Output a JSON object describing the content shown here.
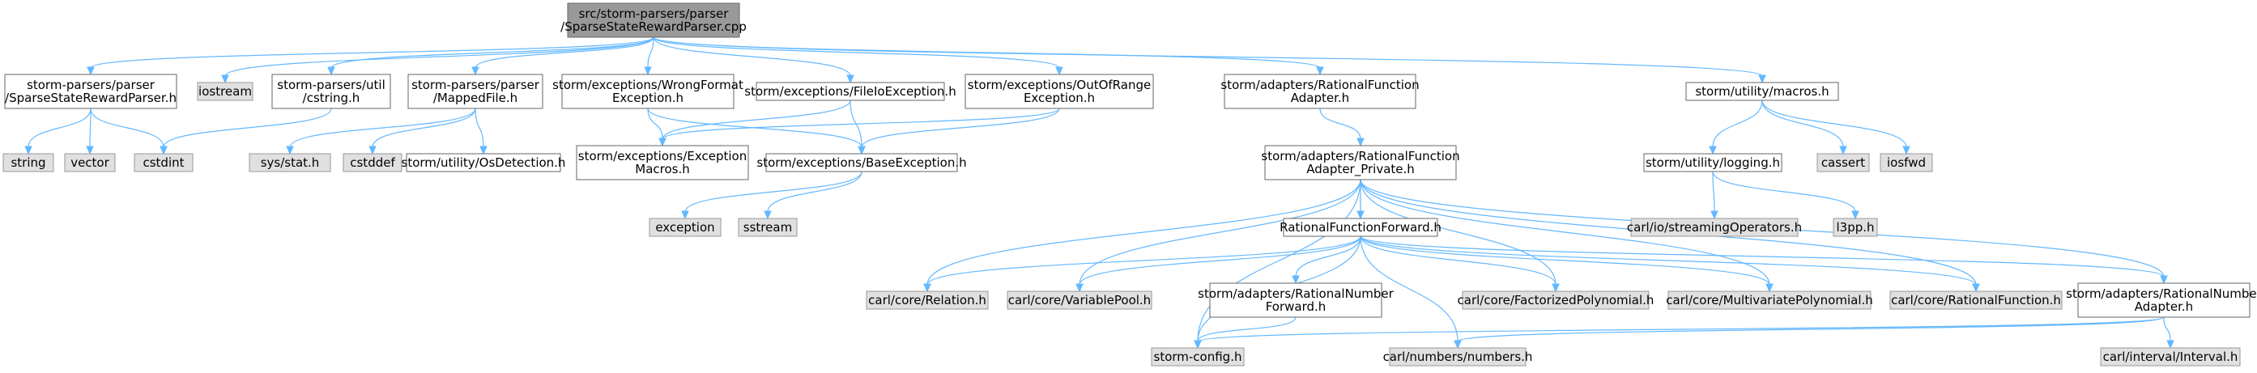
{
  "colors": {
    "edge": "#63b8ff",
    "root_fill": "#999999",
    "root_border": "#666666",
    "node_fill": "#ffffff",
    "node_border": "#666666",
    "external_fill": "#e0e0e0",
    "external_border": "#999999"
  },
  "nodes": [
    {
      "id": "root",
      "kind": "root",
      "lines": [
        "src/storm-parsers/parser",
        "/SparseStateRewardParser.cpp"
      ]
    },
    {
      "id": "sparse_state_h",
      "kind": "internal",
      "lines": [
        "storm-parsers/parser",
        "/SparseStateRewardParser.h"
      ]
    },
    {
      "id": "iostream",
      "kind": "external",
      "lines": [
        "iostream"
      ]
    },
    {
      "id": "cstring_h",
      "kind": "internal",
      "lines": [
        "storm-parsers/util",
        "/cstring.h"
      ]
    },
    {
      "id": "mappedfile_h",
      "kind": "internal",
      "lines": [
        "storm-parsers/parser",
        "/MappedFile.h"
      ]
    },
    {
      "id": "wrongformat_h",
      "kind": "internal",
      "lines": [
        "storm/exceptions/WrongFormat",
        "Exception.h"
      ]
    },
    {
      "id": "fileio_h",
      "kind": "internal",
      "lines": [
        "storm/exceptions/FileIoException.h"
      ]
    },
    {
      "id": "outofrange_h",
      "kind": "internal",
      "lines": [
        "storm/exceptions/OutOfRange",
        "Exception.h"
      ]
    },
    {
      "id": "rf_adapter_h",
      "kind": "internal",
      "lines": [
        "storm/adapters/RationalFunction",
        "Adapter.h"
      ]
    },
    {
      "id": "macros_h",
      "kind": "internal",
      "lines": [
        "storm/utility/macros.h"
      ]
    },
    {
      "id": "string",
      "kind": "external",
      "lines": [
        "string"
      ]
    },
    {
      "id": "vector",
      "kind": "external",
      "lines": [
        "vector"
      ]
    },
    {
      "id": "cstdint",
      "kind": "external",
      "lines": [
        "cstdint"
      ]
    },
    {
      "id": "sys_stat",
      "kind": "external",
      "lines": [
        "sys/stat.h"
      ]
    },
    {
      "id": "cstddef",
      "kind": "external",
      "lines": [
        "cstddef"
      ]
    },
    {
      "id": "osdetection_h",
      "kind": "internal",
      "lines": [
        "storm/utility/OsDetection.h"
      ]
    },
    {
      "id": "exc_macros_h",
      "kind": "internal",
      "lines": [
        "storm/exceptions/Exception",
        "Macros.h"
      ]
    },
    {
      "id": "base_exc_h",
      "kind": "internal",
      "lines": [
        "storm/exceptions/BaseException.h"
      ]
    },
    {
      "id": "rf_adapter_private_h",
      "kind": "internal",
      "lines": [
        "storm/adapters/RationalFunction",
        "Adapter_Private.h"
      ]
    },
    {
      "id": "logging_h",
      "kind": "internal",
      "lines": [
        "storm/utility/logging.h"
      ]
    },
    {
      "id": "cassert",
      "kind": "external",
      "lines": [
        "cassert"
      ]
    },
    {
      "id": "iosfwd",
      "kind": "external",
      "lines": [
        "iosfwd"
      ]
    },
    {
      "id": "exception",
      "kind": "external",
      "lines": [
        "exception"
      ]
    },
    {
      "id": "sstream",
      "kind": "external",
      "lines": [
        "sstream"
      ]
    },
    {
      "id": "rf_forward_h",
      "kind": "internal",
      "lines": [
        "RationalFunctionForward.h"
      ]
    },
    {
      "id": "streaming_ops",
      "kind": "external",
      "lines": [
        "carl/io/streamingOperators.h"
      ]
    },
    {
      "id": "l3pp",
      "kind": "external",
      "lines": [
        "l3pp.h"
      ]
    },
    {
      "id": "relation",
      "kind": "external",
      "lines": [
        "carl/core/Relation.h"
      ]
    },
    {
      "id": "variablepool",
      "kind": "external",
      "lines": [
        "carl/core/VariablePool.h"
      ]
    },
    {
      "id": "rn_forward_h",
      "kind": "internal",
      "lines": [
        "storm/adapters/RationalNumber",
        "Forward.h"
      ]
    },
    {
      "id": "factorized_poly",
      "kind": "external",
      "lines": [
        "carl/core/FactorizedPolynomial.h"
      ]
    },
    {
      "id": "multivariate_poly",
      "kind": "external",
      "lines": [
        "carl/core/MultivariatePolynomial.h"
      ]
    },
    {
      "id": "rational_function",
      "kind": "external",
      "lines": [
        "carl/core/RationalFunction.h"
      ]
    },
    {
      "id": "rn_adapter_h",
      "kind": "internal",
      "lines": [
        "storm/adapters/RationalNumber",
        "Adapter.h"
      ]
    },
    {
      "id": "storm_config",
      "kind": "external",
      "lines": [
        "storm-config.h"
      ]
    },
    {
      "id": "numbers",
      "kind": "external",
      "lines": [
        "carl/numbers/numbers.h"
      ]
    },
    {
      "id": "interval",
      "kind": "external",
      "lines": [
        "carl/interval/Interval.h"
      ]
    }
  ],
  "edges": [
    [
      "root",
      "sparse_state_h"
    ],
    [
      "root",
      "iostream"
    ],
    [
      "root",
      "cstring_h"
    ],
    [
      "root",
      "mappedfile_h"
    ],
    [
      "root",
      "wrongformat_h"
    ],
    [
      "root",
      "fileio_h"
    ],
    [
      "root",
      "outofrange_h"
    ],
    [
      "root",
      "rf_adapter_h"
    ],
    [
      "root",
      "macros_h"
    ],
    [
      "sparse_state_h",
      "string"
    ],
    [
      "sparse_state_h",
      "vector"
    ],
    [
      "sparse_state_h",
      "cstdint"
    ],
    [
      "cstring_h",
      "cstdint"
    ],
    [
      "mappedfile_h",
      "sys_stat"
    ],
    [
      "mappedfile_h",
      "cstddef"
    ],
    [
      "mappedfile_h",
      "osdetection_h"
    ],
    [
      "wrongformat_h",
      "exc_macros_h"
    ],
    [
      "wrongformat_h",
      "base_exc_h"
    ],
    [
      "fileio_h",
      "exc_macros_h"
    ],
    [
      "fileio_h",
      "base_exc_h"
    ],
    [
      "outofrange_h",
      "exc_macros_h"
    ],
    [
      "outofrange_h",
      "base_exc_h"
    ],
    [
      "base_exc_h",
      "exception"
    ],
    [
      "base_exc_h",
      "sstream"
    ],
    [
      "rf_adapter_h",
      "rf_adapter_private_h"
    ],
    [
      "macros_h",
      "logging_h"
    ],
    [
      "macros_h",
      "cassert"
    ],
    [
      "macros_h",
      "iosfwd"
    ],
    [
      "logging_h",
      "streaming_ops"
    ],
    [
      "logging_h",
      "l3pp"
    ],
    [
      "rf_adapter_private_h",
      "storm_config"
    ],
    [
      "rf_adapter_private_h",
      "relation"
    ],
    [
      "rf_adapter_private_h",
      "variablepool"
    ],
    [
      "rf_adapter_private_h",
      "rf_forward_h"
    ],
    [
      "rf_adapter_private_h",
      "factorized_poly"
    ],
    [
      "rf_adapter_private_h",
      "multivariate_poly"
    ],
    [
      "rf_adapter_private_h",
      "rational_function"
    ],
    [
      "rf_adapter_private_h",
      "rn_adapter_h"
    ],
    [
      "rf_forward_h",
      "relation"
    ],
    [
      "rf_forward_h",
      "variablepool"
    ],
    [
      "rf_forward_h",
      "rn_forward_h"
    ],
    [
      "rf_forward_h",
      "storm_config"
    ],
    [
      "rf_forward_h",
      "numbers"
    ],
    [
      "rf_forward_h",
      "factorized_poly"
    ],
    [
      "rf_forward_h",
      "multivariate_poly"
    ],
    [
      "rf_forward_h",
      "rational_function"
    ],
    [
      "rf_forward_h",
      "rn_adapter_h"
    ],
    [
      "rn_forward_h",
      "storm_config"
    ],
    [
      "rn_adapter_h",
      "storm_config"
    ],
    [
      "rn_adapter_h",
      "numbers"
    ],
    [
      "rn_adapter_h",
      "interval"
    ]
  ]
}
